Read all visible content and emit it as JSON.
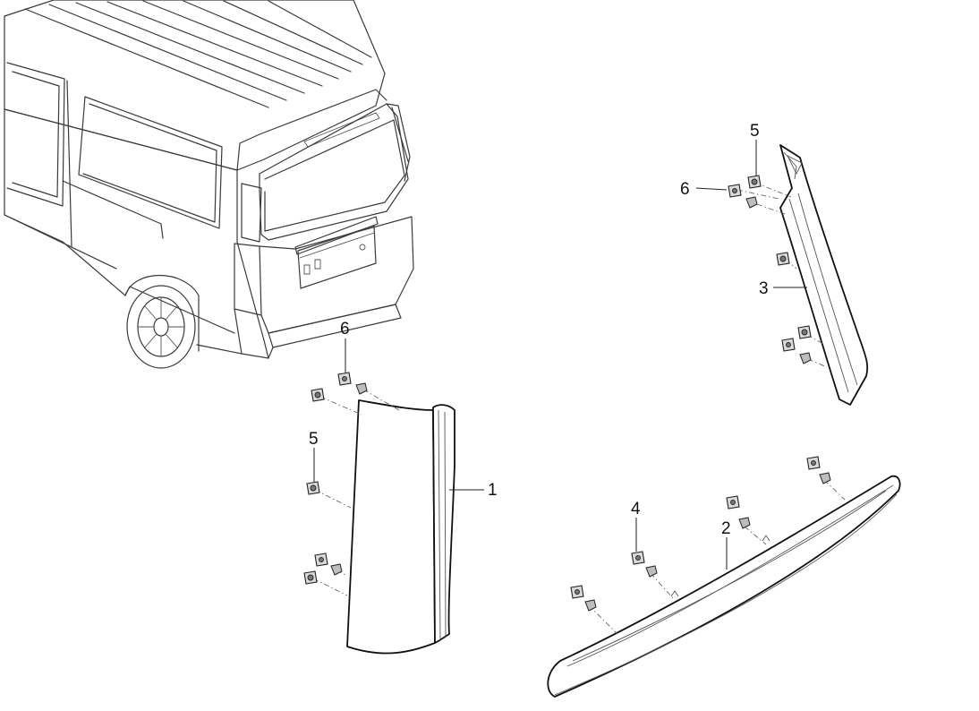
{
  "callouts": {
    "c1": "1",
    "c2": "2",
    "c3": "3",
    "c4": "4",
    "c5_top": "5",
    "c5_left": "5",
    "c6_top": "6",
    "c6_left": "6"
  },
  "parts": [
    {
      "number": "1",
      "icon": "rear-pillar-garnish-icon"
    },
    {
      "number": "2",
      "icon": "tailgate-lower-garnish-icon"
    },
    {
      "number": "3",
      "icon": "rear-pillar-garnish-icon"
    },
    {
      "number": "4",
      "icon": "clip-icon"
    },
    {
      "number": "5",
      "icon": "clip-icon"
    },
    {
      "number": "6",
      "icon": "clip-icon"
    }
  ],
  "colors": {
    "line": "#3a3a3a",
    "outline": "#111111",
    "background": "#ffffff"
  }
}
